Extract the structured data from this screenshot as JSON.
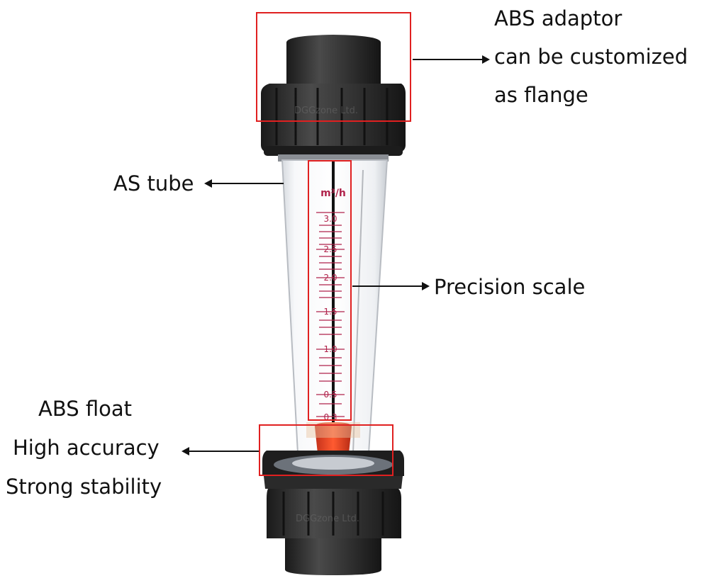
{
  "labels": {
    "adaptor": [
      "ABS adaptor",
      "can be customized",
      "as flange"
    ],
    "tube": "AS tube",
    "scale": "Precision scale",
    "float": [
      "ABS float",
      "High accuracy",
      "Strong stability"
    ]
  },
  "scale": {
    "unit": "m³/h",
    "ticks": [
      "3.0",
      "2.5",
      "2.0",
      "1.5",
      "1.0",
      "0.5",
      "0.3"
    ]
  },
  "watermark": "DGGzone Ltd.",
  "colors": {
    "callout_box": "#e02020",
    "scale_marks": "#b0234b",
    "float": "#f04020",
    "plastic": "#2a2a2a",
    "text": "#111111"
  }
}
